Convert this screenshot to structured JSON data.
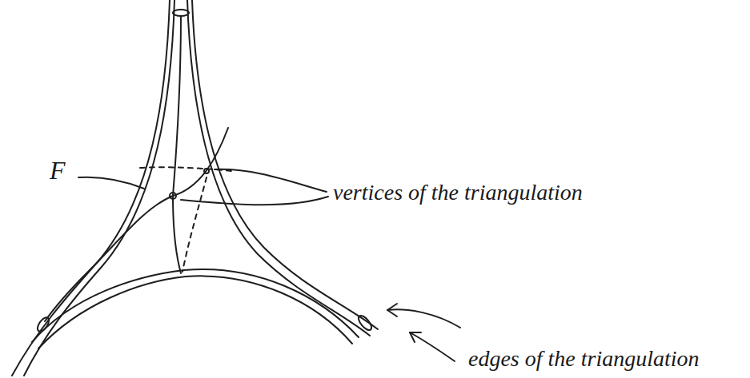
{
  "diagram": {
    "labels": [
      "F",
      "vertices of the triangulation",
      "edges of the triangulation"
    ]
  }
}
